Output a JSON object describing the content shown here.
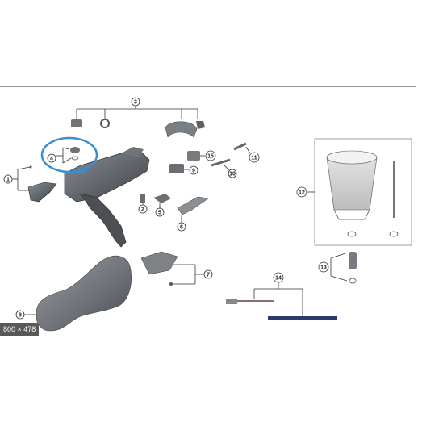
{
  "callouts": [
    "1",
    "2",
    "3",
    "4",
    "5",
    "6",
    "7",
    "8",
    "9",
    "10",
    "11",
    "12",
    "13",
    "14",
    "15"
  ],
  "image_size_badge": "800 × 478",
  "colors": {
    "highlight": "#3a8fd0",
    "part_dark": "#555a60",
    "part_mid": "#7d8288",
    "label_bar": "#2b3a6b"
  },
  "icons": [
    "magnifier-circle-highlight"
  ]
}
